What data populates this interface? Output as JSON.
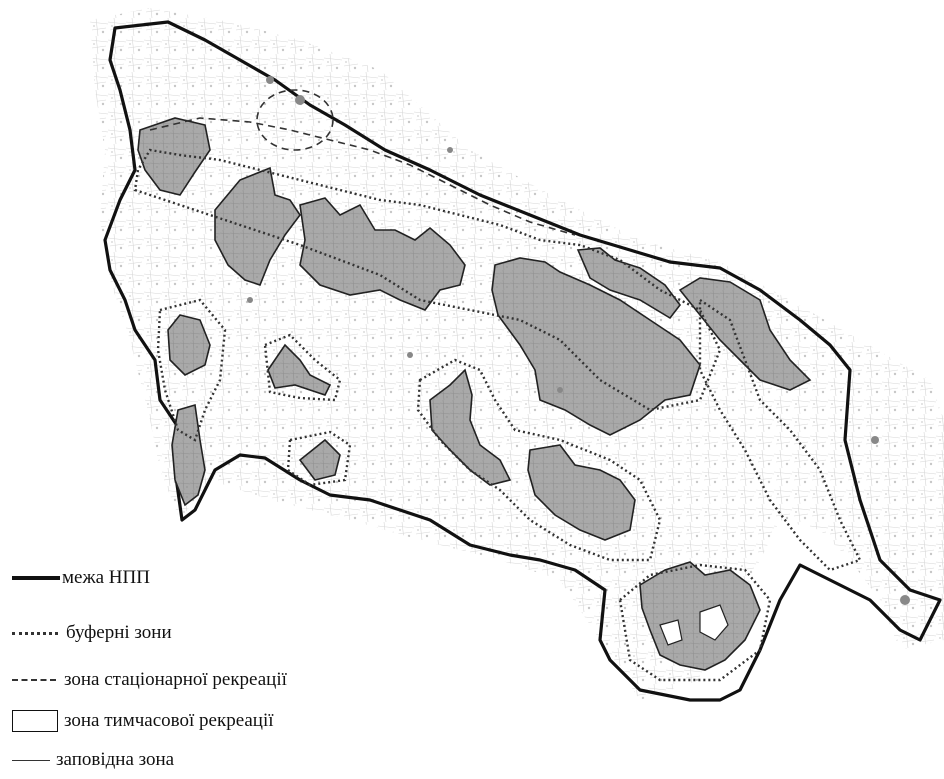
{
  "map": {
    "background_texture": "grayscale topographic base map",
    "colors": {
      "boundary": "#111111",
      "zone_fill": "#a9a9a9",
      "buffer_line": "#333333",
      "terrain": "#bdbdbd"
    }
  },
  "legend": {
    "items": [
      {
        "symbol": "thick-solid-line",
        "label": "межа НПП"
      },
      {
        "symbol": "dotted-line",
        "label": "буферні зони"
      },
      {
        "symbol": "dashed-line",
        "label": "зона стаціонарної рекреації"
      },
      {
        "symbol": "outlined-box",
        "label": "зона тимчасової рекреації"
      },
      {
        "symbol": "thin-solid-line",
        "label": "заповідна зона"
      }
    ]
  }
}
